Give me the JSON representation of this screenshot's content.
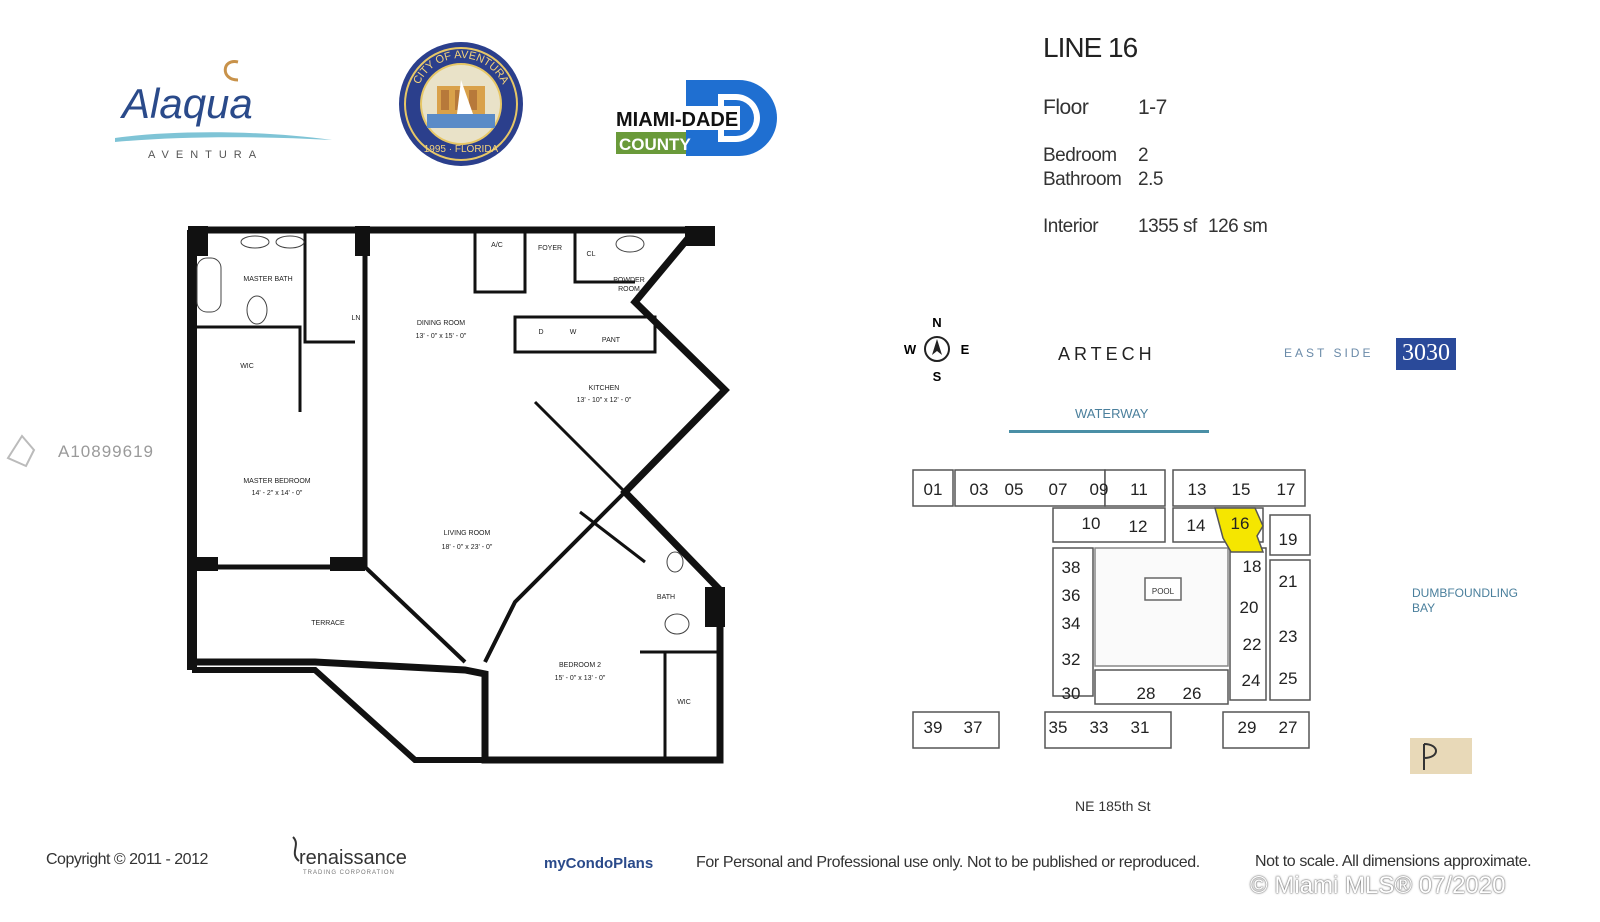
{
  "logos": {
    "alaqua_name": "Alaqua",
    "alaqua_sub": "AVENTURA",
    "seal_top": "CITY OF AVENTURA",
    "seal_bottom": "1995 · FLORIDA",
    "miami_dade_top": "MIAMI-DADE",
    "miami_dade_bottom": "COUNTY",
    "eastside_logo": "EAST SIDE",
    "logo_3030": "3030",
    "artech": "ARTECH",
    "renaissance": "renaissance",
    "renaissance_sub": "TRADING CORPORATION",
    "mycondoplans": "myCondoPlans"
  },
  "watermark_id": "A10899619",
  "specs": {
    "line": "LINE 16",
    "floor_label": "Floor",
    "floor_value": "1-7",
    "bedroom_label": "Bedroom",
    "bedroom_value": "2",
    "bathroom_label": "Bathroom",
    "bathroom_value": "2.5",
    "interior_label": "Interior",
    "interior_sf": "1355 sf",
    "interior_sm": "126 sm"
  },
  "compass": {
    "n": "N",
    "s": "S",
    "e": "E",
    "w": "W"
  },
  "floorplan": {
    "master_bath": "MASTER BATH",
    "wic": "WIC",
    "ln": "LN",
    "master_bedroom": "MASTER BEDROOM",
    "master_bedroom_dim": "14' - 2\" x 14' - 0\"",
    "dining_room": "DINING ROOM",
    "dining_room_dim": "13' - 0\" x 15' - 0\"",
    "ac": "A/C",
    "foyer": "FOYER",
    "cl": "CL",
    "powder_room_1": "POWDER",
    "powder_room_2": "ROOM",
    "d": "D",
    "w": "W",
    "pant": "PANT",
    "kitchen": "KITCHEN",
    "kitchen_dim": "13' - 10\" x 12' - 0\"",
    "living_room": "LIVING ROOM",
    "living_room_dim": "18' - 0\" x 23' - 0\"",
    "terrace": "TERRACE",
    "bath": "BATH",
    "bedroom2": "BEDROOM 2",
    "bedroom2_dim": "15' - 0\" x 13' - 0\"",
    "wic2": "WIC"
  },
  "siteplan": {
    "waterway": "WATERWAY",
    "bay_1": "DUMBFOUNDLING",
    "bay_2": "BAY",
    "street": "NE 185th St",
    "pool": "POOL",
    "highlight_unit": "16",
    "highlight_color": "#f5e600",
    "units": [
      "01",
      "03",
      "05",
      "07",
      "09",
      "11",
      "13",
      "15",
      "17",
      "10",
      "12",
      "14",
      "16",
      "19",
      "38",
      "18",
      "21",
      "36",
      "20",
      "34",
      "23",
      "22",
      "32",
      "25",
      "24",
      "30",
      "28",
      "26",
      "39",
      "37",
      "35",
      "33",
      "31",
      "29",
      "27"
    ]
  },
  "footer": {
    "copyright": "Copyright © 2011 - 2012",
    "disclaimer": "For Personal and Professional use only.  Not to be published or reproduced.",
    "scale_note": "Not to scale.  All dimensions approximate.",
    "mls": "© Miami MLS® 07/2020"
  }
}
